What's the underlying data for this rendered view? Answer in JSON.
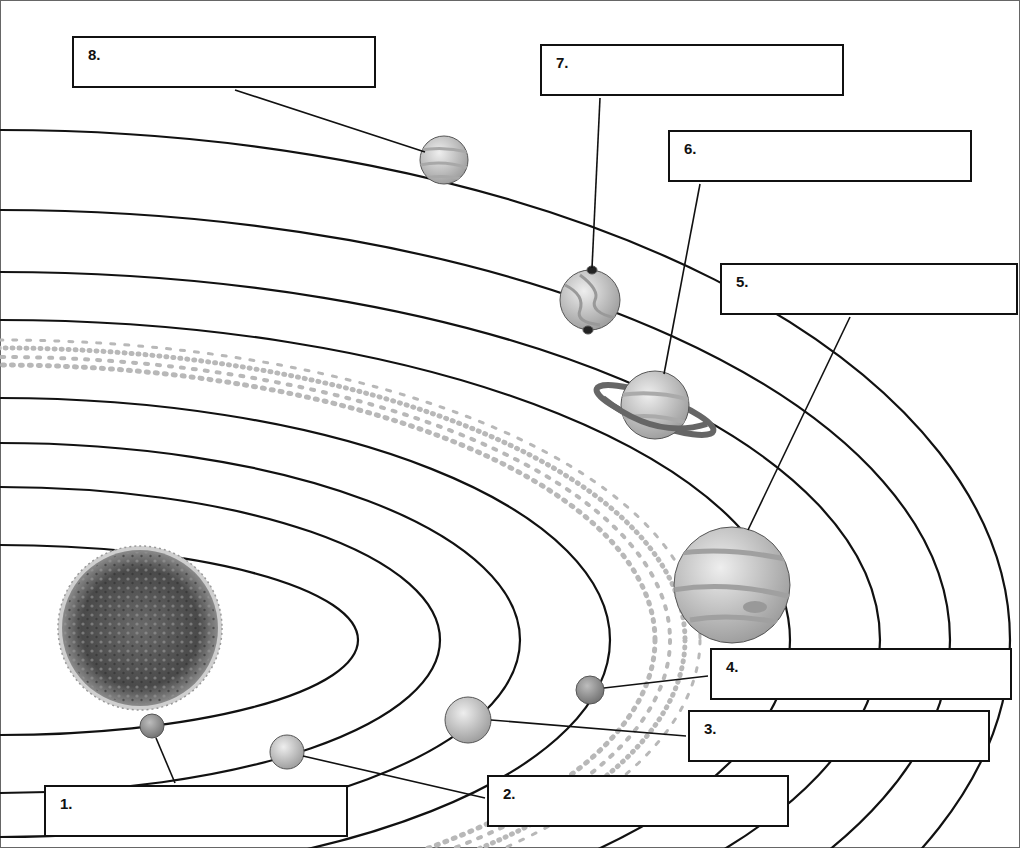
{
  "diagram": {
    "nodes": [
      {
        "text": [
          "8."
        ]
      },
      {
        "text": [
          "7."
        ]
      },
      {
        "text": [
          "6."
        ]
      },
      {
        "text": [
          "5."
        ]
      },
      {
        "text": [
          "4."
        ]
      },
      {
        "text": [
          "3."
        ]
      },
      {
        "text": [
          "2."
        ]
      },
      {
        "text": [
          "1."
        ]
      }
    ]
  }
}
